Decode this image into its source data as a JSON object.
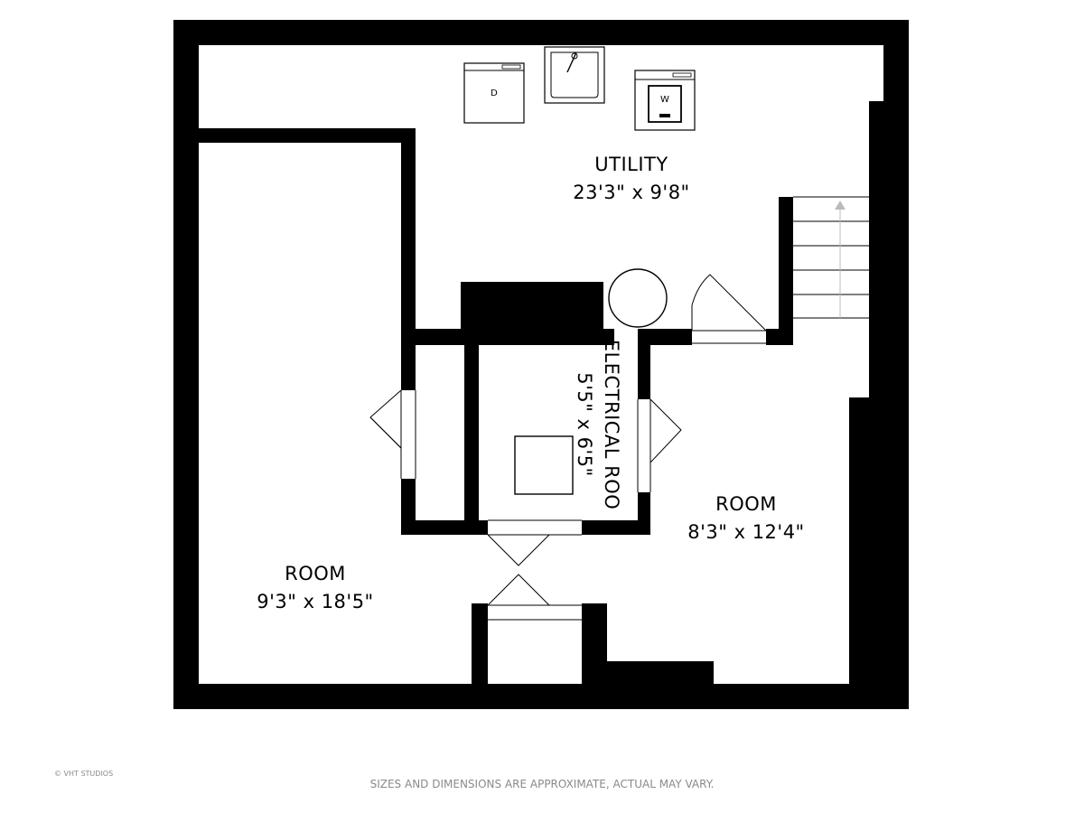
{
  "rooms": {
    "utility": {
      "name": "UTILITY",
      "dimensions": "23'3\" x 9'8\""
    },
    "electrical": {
      "name": "ELECTRICAL ROO",
      "dimensions": "5'5\" x 6'5\""
    },
    "room_left": {
      "name": "ROOM",
      "dimensions": "9'3\" x 18'5\""
    },
    "room_right": {
      "name": "ROOM",
      "dimensions": "8'3\" x 12'4\""
    }
  },
  "fixtures": {
    "dryer": "D",
    "washer": "W"
  },
  "footer": {
    "copyright": "© VHT STUDIOS",
    "disclaimer": "SIZES AND DIMENSIONS ARE APPROXIMATE, ACTUAL MAY VARY."
  },
  "colors": {
    "wall": "#000000",
    "background": "#ffffff",
    "footer_text": "#8a8a8a",
    "stair_arrow": "#bbbbbb"
  }
}
